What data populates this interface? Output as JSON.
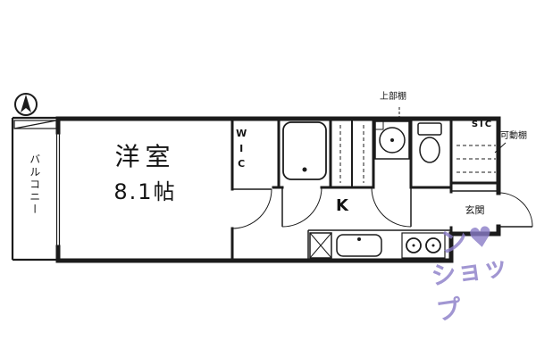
{
  "page": {
    "background": "#ffffff"
  },
  "colors": {
    "wall": "#1b1b1b",
    "watermark": "#8a7cc8"
  },
  "labels": {
    "balcony": "バルコニー",
    "room_name": "洋室",
    "room_size": "8.1帖",
    "wic": "WIC",
    "kitchen": "K",
    "entrance": "玄関",
    "sic": "SIC",
    "upper_shelf": "上部棚",
    "movable_shelf": "可動棚"
  },
  "watermark": {
    "line1": "ン♥",
    "line2": "ショップ"
  },
  "icons": {
    "compass": "north-arrow",
    "bathtub": "tub-with-drain",
    "toilet": "toilet-with-tank",
    "washing_machine": "square-pan-with-circle",
    "sink": "rounded-sink",
    "stove": "two-burners",
    "equipment_space": "box-with-x"
  }
}
